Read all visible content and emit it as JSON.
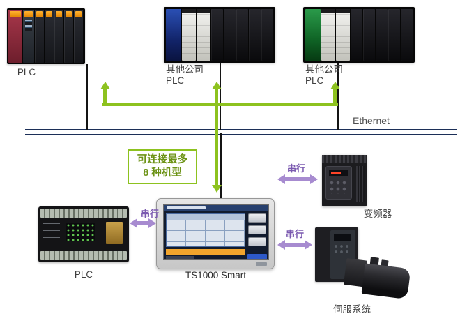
{
  "diagram": {
    "top_row": {
      "plc1_label": "PLC",
      "plc2_label_line1": "其他公司",
      "plc2_label_line2": "PLC",
      "plc3_label_line1": "其他公司",
      "plc3_label_line2": "PLC"
    },
    "ethernet": {
      "label": "Ethernet"
    },
    "callout": {
      "line1": "可连接最多",
      "line2": "8 种机型"
    },
    "connections": {
      "serial_plc_label": "串行",
      "serial_inverter_label": "串行",
      "serial_servo_label": "串行"
    },
    "bottom_row": {
      "plc_label": "PLC",
      "hmi_label": "TS1000 Smart",
      "inverter_label": "变频器",
      "servo_label": "伺服系统"
    },
    "colors": {
      "ethernet_line": "#1c2f58",
      "green_arrow": "#8dc21f",
      "purple_arrow": "#a78bd0",
      "callout_border": "#8dc21f",
      "callout_text": "#6d9317",
      "serial_text": "#7b5ab0",
      "label_text": "#3f3f3f",
      "hmi_orange_bar": "#f1a42c",
      "hmi_blue_button": "#2d59c9"
    }
  }
}
